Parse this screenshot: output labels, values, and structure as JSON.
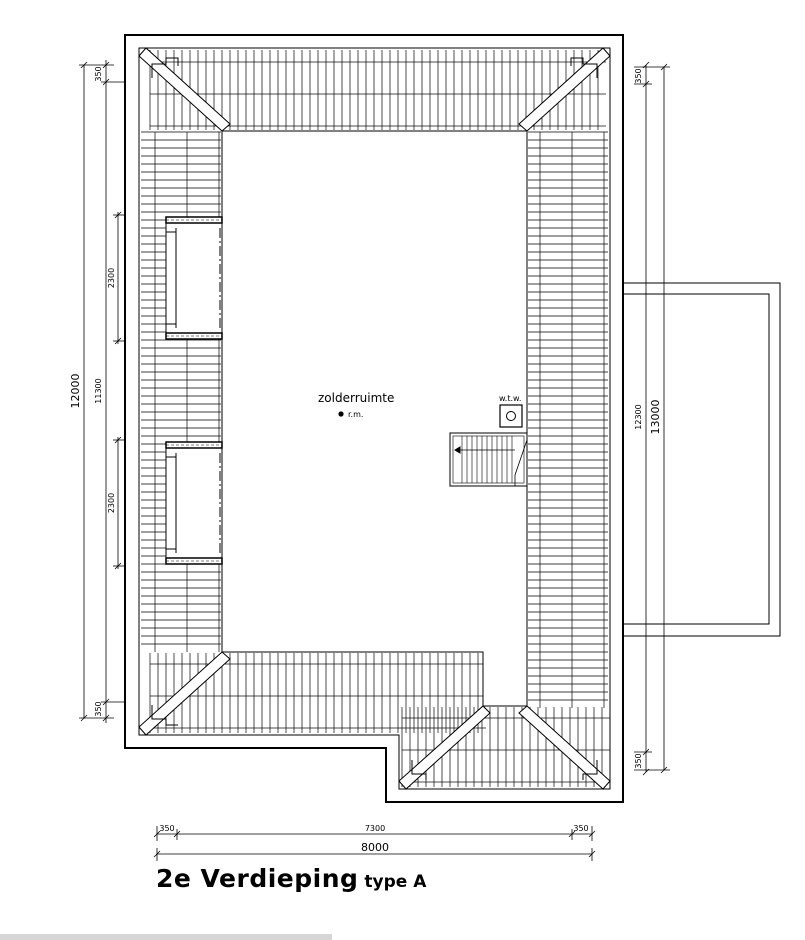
{
  "drawing": {
    "title": "2e  Verdieping",
    "subtitle": "type  A"
  },
  "rooms": {
    "attic": "zolderruimte",
    "smoke_detector": "r.m.",
    "boiler": "w.t.w."
  },
  "dimensions": {
    "left_overall": "12000",
    "left_inner": "11300",
    "left_top": "350",
    "left_bottom": "350",
    "dormer_upper": "2300",
    "dormer_lower": "2300",
    "right_overall": "13000",
    "right_inner": "12300",
    "right_top": "350",
    "right_bottom": "350",
    "bottom_overall": "8000",
    "bottom_inner": "7300",
    "bottom_left": "350",
    "bottom_right": "350"
  },
  "colors": {
    "line": "#000000",
    "background": "#ffffff"
  }
}
